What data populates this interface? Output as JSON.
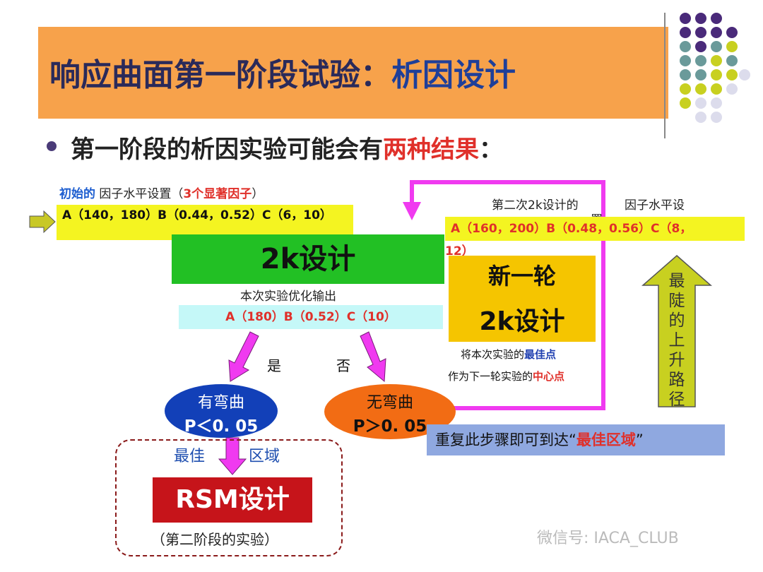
{
  "title": {
    "main": "响应曲面第一阶段试验：",
    "highlight": "析因设计"
  },
  "bullet": {
    "prefix": "第一阶段的析因实验可能会有",
    "highlight": "两种结果",
    "suffix": "："
  },
  "initial": {
    "label_prefix": "初始的",
    "label_mid": " 因子水平设置（",
    "label_highlight": "3个显著因子",
    "label_suffix": "）",
    "values": "A（140，180）B（0.44，0.52）C（6，10）"
  },
  "design2k": {
    "label": "2k设计",
    "output_label": "本次实验优化输出",
    "output_values": "A（180）B（0.52）C（10）"
  },
  "decision": {
    "yes": "是",
    "no": "否"
  },
  "curve_yes": {
    "line1": "有弯曲",
    "line2": "P＜0. 05"
  },
  "curve_no": {
    "line1": "无弯曲",
    "line2": "P＞0. 05"
  },
  "best_region": {
    "left": "最佳",
    "right": "区域"
  },
  "rsm": {
    "label": "RSM设计",
    "sub": "（第二阶段的实验）"
  },
  "second_round": {
    "label_part1": "第二次2k设计的",
    "label_part2": "置",
    "label_part3": "因子水平设",
    "values_line1": "A（160，200）B（0.48，0.56）C（8，",
    "values_line2": "12）"
  },
  "new_round": {
    "line1": "新一轮",
    "line2": "2k设计",
    "note1_prefix": "将本次实验的",
    "note1_highlight": "最佳点",
    "note2_prefix": "作为下一轮实验的",
    "note2_highlight": "中心点"
  },
  "repeat": {
    "prefix": "重复此步骤即可到达“",
    "highlight": "最佳区域",
    "suffix": "”"
  },
  "steepest": {
    "text": "最陡的上升路径"
  },
  "watermark": "微信号: IACA_CLUB",
  "colors": {
    "title_bg": "#F7A24B",
    "green": "#22C024",
    "yellow": "#F4F421",
    "magenta": "#F03AF0",
    "blue_ellipse": "#1240B8",
    "orange_ellipse": "#F26C14",
    "rsm_red": "#C6141A",
    "gold": "#F5C500"
  }
}
